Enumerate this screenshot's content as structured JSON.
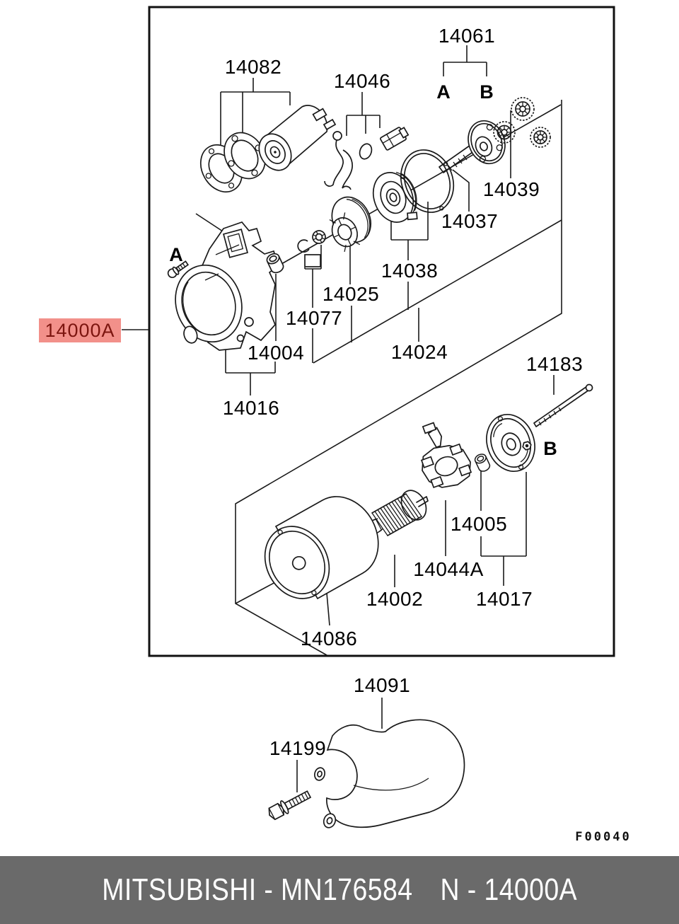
{
  "diagram": {
    "figure_code": "F00040",
    "highlighted_part": "14000A",
    "highlight_bg": "#f2908a",
    "highlight_fg": "#7c150f",
    "labels": {
      "p14061": "14061",
      "p14082": "14082",
      "p14046": "14046",
      "p14039": "14039",
      "p14037": "14037",
      "p14038": "14038",
      "p14025": "14025",
      "p14077": "14077",
      "p14024": "14024",
      "p14004": "14004",
      "p14016": "14016",
      "p14000A": "14000A",
      "p14183": "14183",
      "p14005": "14005",
      "p14044A": "14044A",
      "p14002": "14002",
      "p14017": "14017",
      "p14086": "14086",
      "p14091": "14091",
      "p14199": "14199"
    },
    "callouts": {
      "a_top": "A",
      "b_top": "B",
      "a_side": "A",
      "b_side": "B"
    }
  },
  "footer": {
    "left": "MITSUBISHI - MN176584",
    "right": "N - 14000A",
    "bg": "#6a6a6a"
  }
}
